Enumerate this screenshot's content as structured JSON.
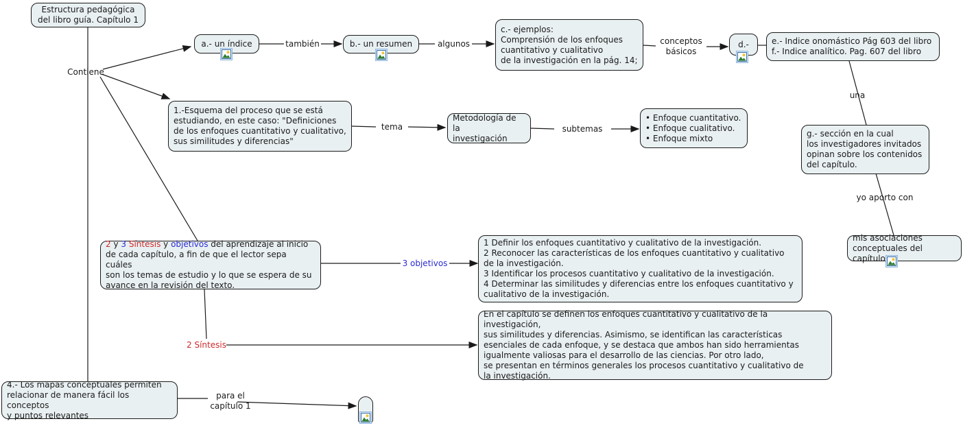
{
  "colors": {
    "node_fill": "#e9f0f2",
    "node_border": "#1a1a1a",
    "line": "#1a1a1a",
    "red": "#cf2a2a",
    "blue": "#2b2bd0"
  },
  "nodes": {
    "root": {
      "text": "Estructura pedagógica\ndel libro guía. Capítulo 1"
    },
    "indice": {
      "text": "a.- un índice"
    },
    "resumen": {
      "text": "b.- un resumen"
    },
    "ejemplos": {
      "text": "c.- ejemplos:\nComprensión de los enfoques\ncuantitativo y cualitativo\nde la investigación en la pág. 14;"
    },
    "d": {
      "text": "d.-"
    },
    "ef": {
      "text": "e.- Indice onomástico Pág 603 del libro\nf.- Indice analítico. Pag. 607 del libro"
    },
    "esquema": {
      "text": "1.-Esquema del proceso que se está\nestudiando, en este caso: \"Definiciones\nde los enfoques cuantitativo y cualitativo,\nsus similitudes y diferencias\""
    },
    "metodologia": {
      "text": "Metodología de la\ninvestigación"
    },
    "enfoques": {
      "text": "• Enfoque cuantitativo.\n• Enfoque cualitativo.\n• Enfoque mixto"
    },
    "g": {
      "text": "g.- sección en la cual\nlos investigadores invitados\nopinan sobre los contenidos\ndel capítulo."
    },
    "sintesis": {
      "segments": [
        {
          "text": "2",
          "color": "red"
        },
        {
          "text": " y ",
          "color": ""
        },
        {
          "text": "3",
          "color": "blue"
        },
        {
          "text": "  ",
          "color": ""
        },
        {
          "text": "Síntesis",
          "color": "red"
        },
        {
          "text": " y ",
          "color": ""
        },
        {
          "text": "objetivos",
          "color": "blue"
        },
        {
          "text": " del aprendizaje al inicio\nde cada capítulo, a fin de que el lector sepa cuáles\nson los temas de estudio y lo que se espera de su\navance en la revisión del texto.",
          "color": ""
        }
      ]
    },
    "objetivos": {
      "text": "1 Definir los enfoques cuantitativo y cualitativo de la investigación.\n2 Reconocer las características de los enfoques cuantitativo y cualitativo\nde la investigación.\n3 Identificar los procesos cuantitativo y cualitativo de la investigación.\n4 Determinar las similitudes y diferencias entre los enfoques cuantitativo y\ncualitativo de la investigación."
    },
    "sintesis_texto": {
      "text": "En el capítulo se definen los enfoques cuantitativo y cualitativo de la investigación,\nsus similitudes y diferencias. Asimismo, se identifican las características\nesenciales de cada enfoque, y se destaca que ambos han sido herramientas\nigualmente valiosas para el desarrollo de las ciencias. Por otro lado,\nse presentan en términos generales los procesos cuantitativo y cualitativo de\nla investigación."
    },
    "asociaciones": {
      "text": "mis asociaciones\nconceptuales del capítulo"
    },
    "mapas": {
      "text": "4.- Los mapas conceptuales permiten\nrelacionar de manera fácil los conceptos\ny puntos relevantes"
    }
  },
  "labels": {
    "contiene": "Contiene",
    "tambien": "también",
    "algunos": "algunos",
    "conceptos_basicos": "conceptos\nbásicos",
    "tema": "tema",
    "subtemas": "subtemas",
    "una": "una",
    "yo_aporto": "yo aporto con",
    "tres_objetivos": "3 objetivos",
    "dos_sintesis": "2 Síntesis",
    "para_el": "para el\ncapítulo 1"
  }
}
